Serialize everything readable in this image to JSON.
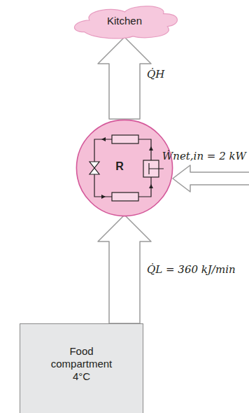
{
  "diagram": {
    "nodes": [
      {
        "text": [
          "Kitchen"
        ]
      },
      {
        "text": [
          "R"
        ]
      },
      {
        "text": [
          "Food compartment",
          "4°C"
        ]
      }
    ],
    "edges": [
      {
        "from": 1,
        "to": 0,
        "arrow": "to",
        "label": "Q̇H"
      },
      {
        "from": 2,
        "to": 1,
        "arrow": "to",
        "label": "Q̇L = 360 kJ/min"
      }
    ],
    "labels": [
      "Ẇnet,in = 2 kW"
    ]
  }
}
